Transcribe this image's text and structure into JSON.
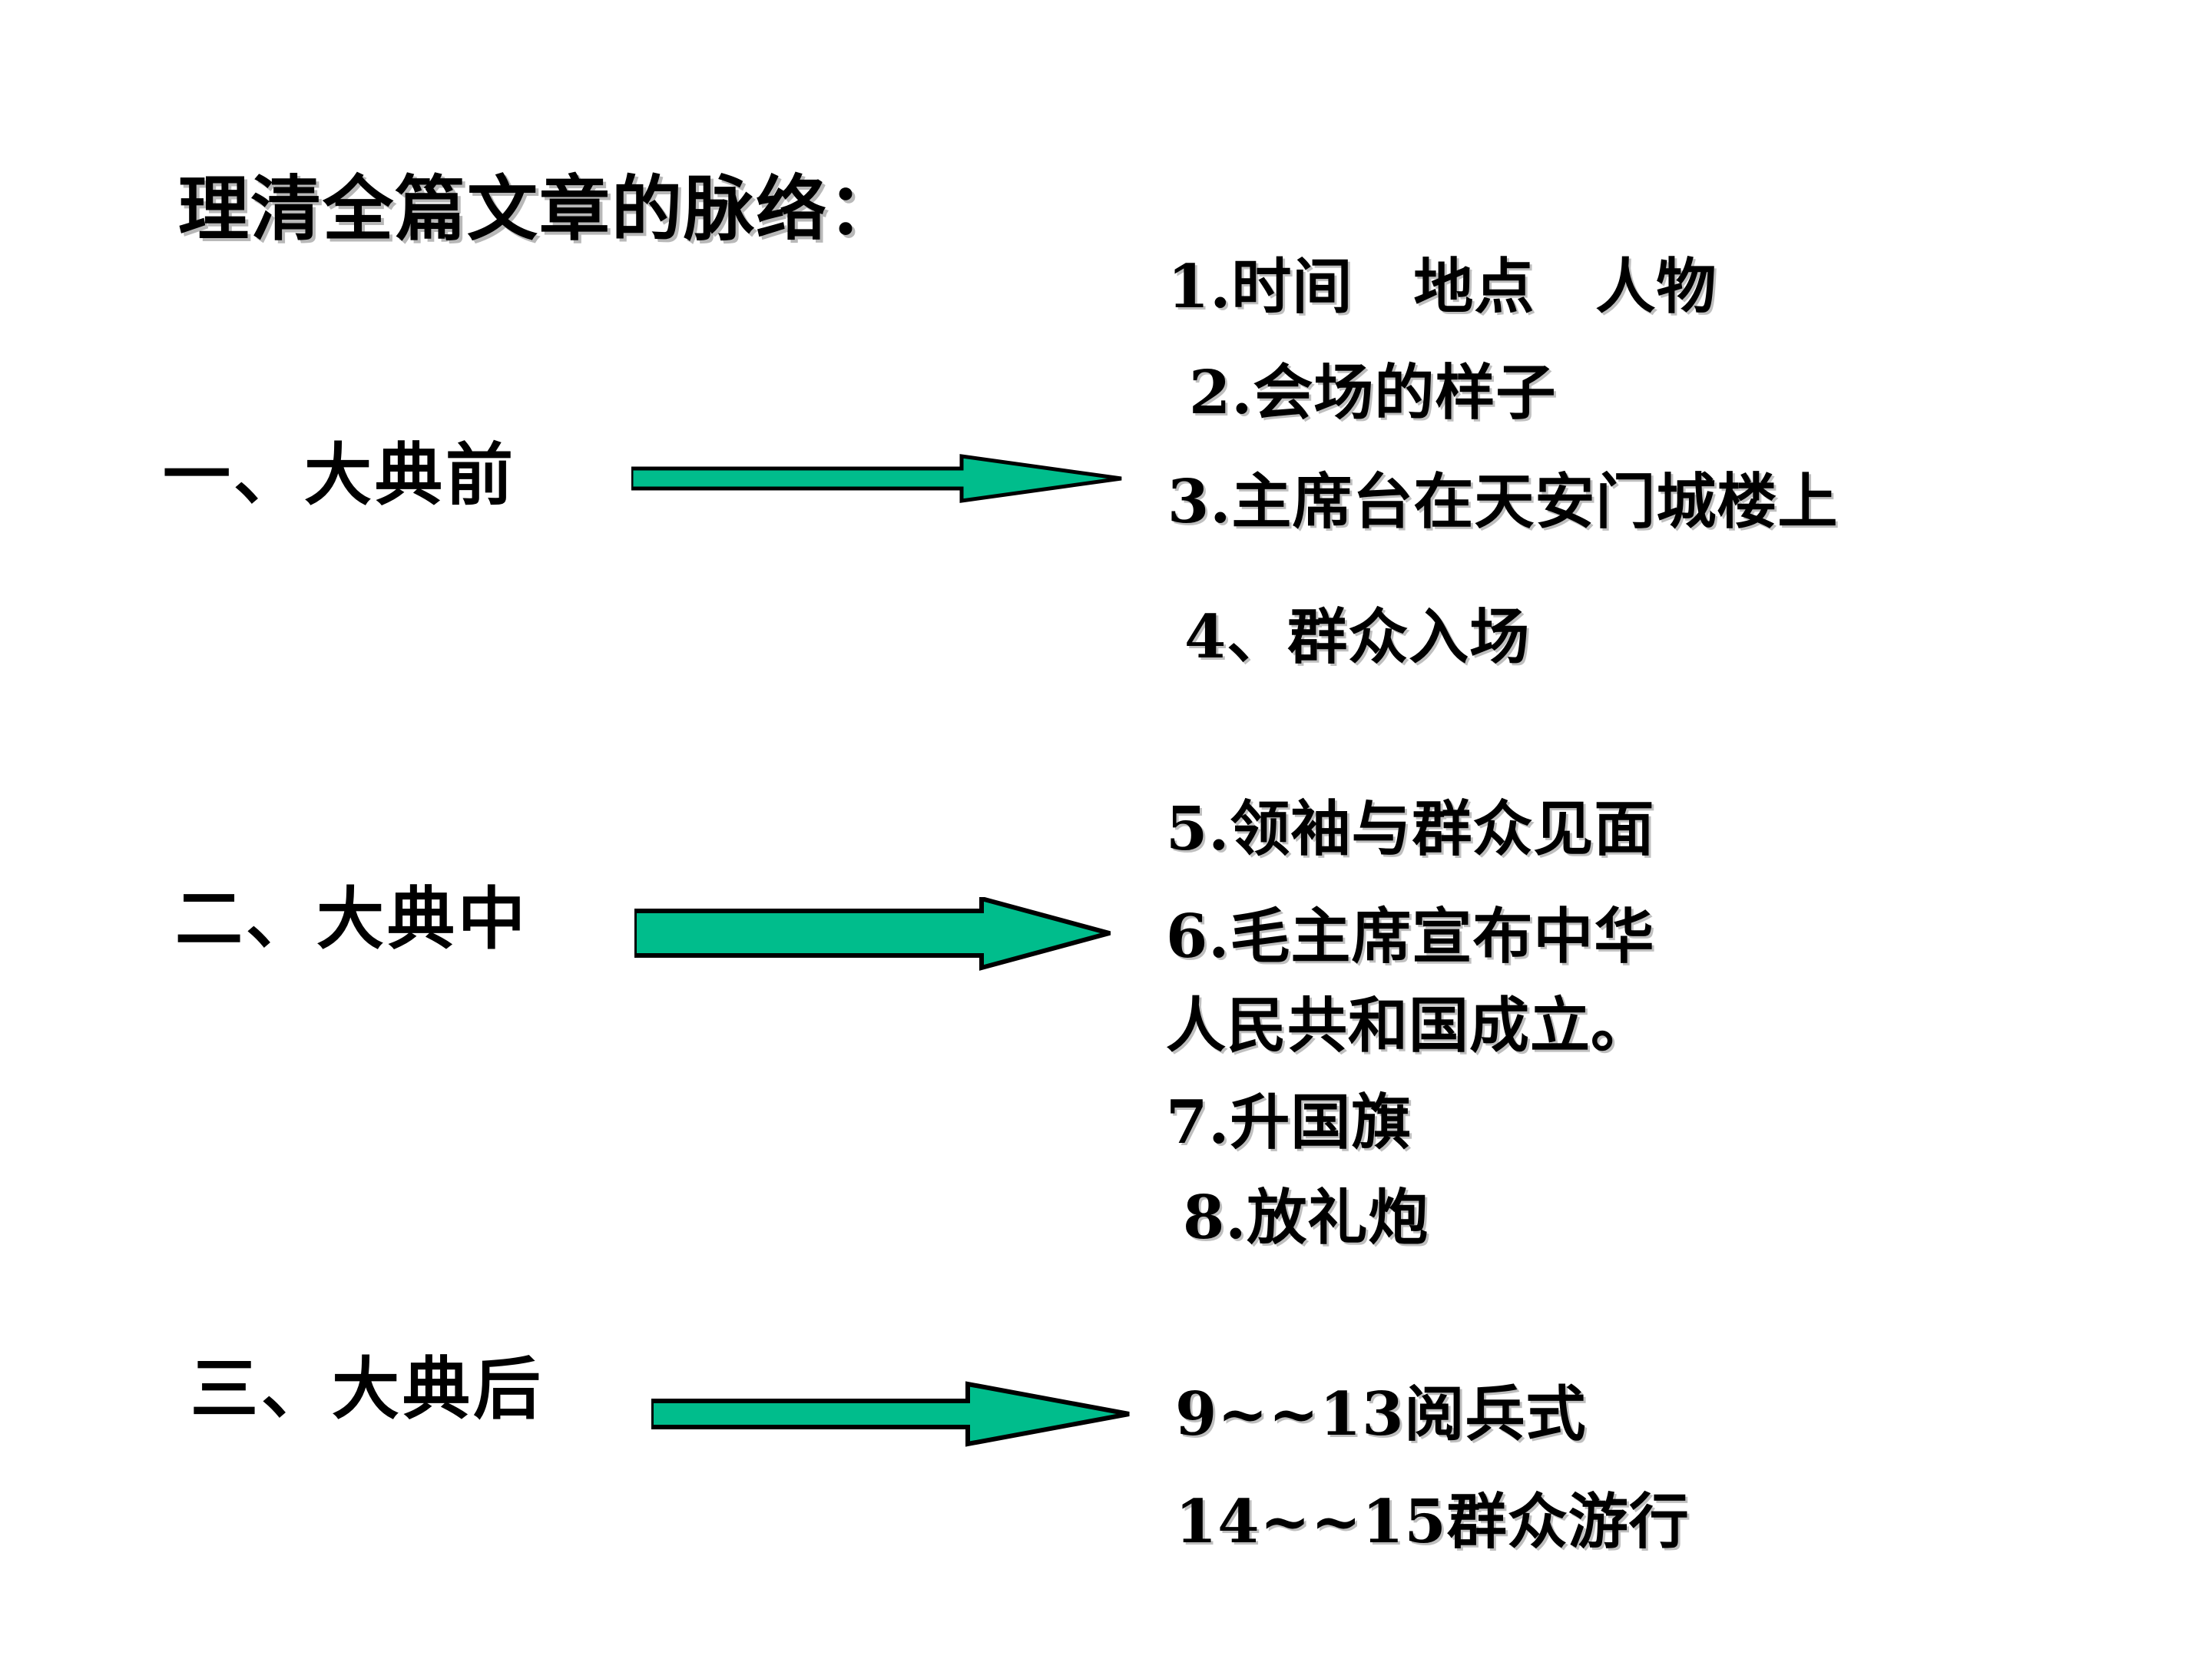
{
  "slide": {
    "title": "理清全篇文章的脉络：",
    "background_color": "#FFFFFF",
    "text_color": "#000000",
    "arrow_fill_color": "#00BD8C",
    "arrow_outline_color": "#000000"
  },
  "stages": [
    {
      "id": "before",
      "label": "一、大典前",
      "arrow": "right-arrow-thin"
    },
    {
      "id": "during",
      "label": "二、大典中",
      "arrow": "right-arrow-thick"
    },
    {
      "id": "after",
      "label": "三、大典后",
      "arrow": "right-arrow-medium"
    }
  ],
  "details": {
    "before": [
      "1.时间　地点　人物",
      "2.会场的样子",
      "3.主席台在天安门城楼上",
      "4、群众入场"
    ],
    "during": [
      "5.领袖与群众见面",
      "6.毛主席宣布中华",
      "人民共和国成立。",
      "7.升国旗",
      "8.放礼炮"
    ],
    "after": [
      "9~~13阅兵式",
      "14~~15群众游行"
    ]
  }
}
